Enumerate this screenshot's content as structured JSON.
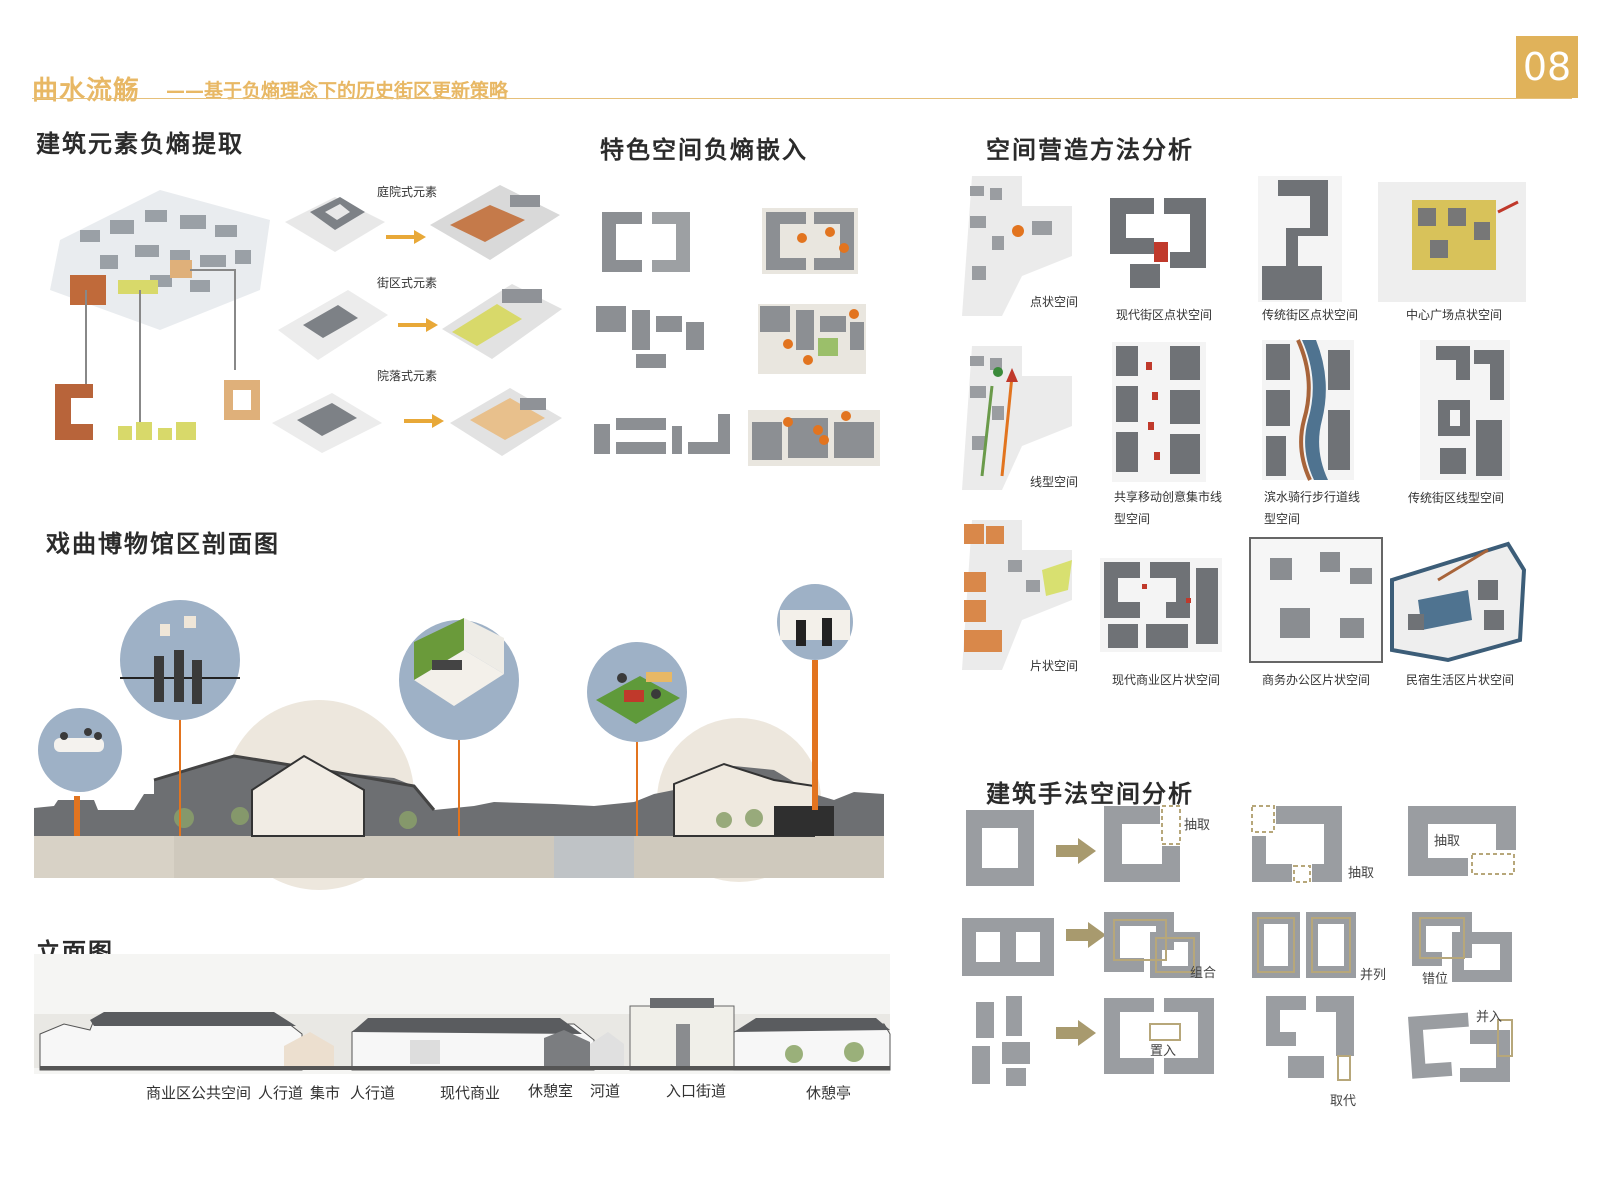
{
  "header": {
    "title": "曲水流觞",
    "subtitle": "——基于负熵理念下的历史街区更新策略",
    "page_number": "08"
  },
  "sections": {
    "element_extraction": "建筑元素负熵提取",
    "space_embedding": "特色空间负熵嵌入",
    "space_method": "空间营造方法分析",
    "museum_section": "戏曲博物馆区剖面图",
    "elevation": "立面图",
    "building_method": "建筑手法空间分析"
  },
  "extraction_labels": [
    "庭院式元素",
    "街区式元素",
    "院落式元素"
  ],
  "space_method": {
    "row_labels": [
      "点状空间",
      "线型空间",
      "片状空间"
    ],
    "point": [
      "现代街区点状空间",
      "传统街区点状空间",
      "中心广场点状空间"
    ],
    "line": [
      "共享移动创意集市线型空间",
      "滨水骑行步行道线型空间",
      "传统街区线型空间"
    ],
    "area": [
      "现代商业区片状空间",
      "商务办公区片状空间",
      "民宿生活区片状空间"
    ]
  },
  "building_method": {
    "tags": [
      "抽取",
      "抽取",
      "抽取",
      "组合",
      "并列",
      "错位",
      "置入",
      "取代",
      "并入"
    ]
  },
  "elevation_labels": [
    "商业区公共空间",
    "人行道",
    "集市",
    "人行道",
    "现代商业",
    "休憩室",
    "河道",
    "入口街道",
    "休憩亭"
  ],
  "colors": {
    "accent": "#e0b25a",
    "orange": "#e2741f",
    "yellow_green": "#d8d96a",
    "brown": "#b8643a",
    "tan": "#dfb07a",
    "bubble": "#9eb1c6"
  }
}
